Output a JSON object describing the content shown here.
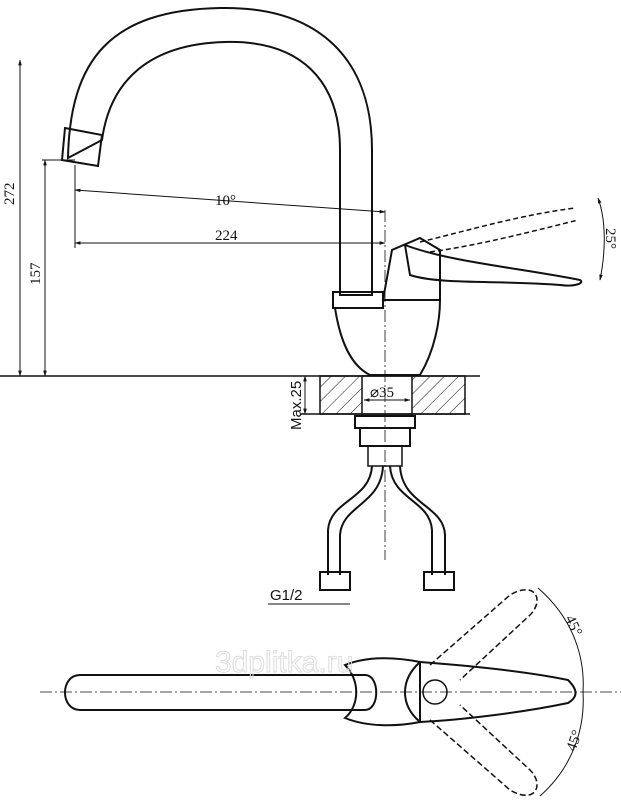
{
  "drawing": {
    "dim_total_height": "272",
    "dim_spout_height": "157",
    "dim_spout_angle": "10°",
    "dim_spout_reach": "224",
    "dim_lever_tilt": "25°",
    "dim_max_thickness": "Max.25",
    "dim_hole_diameter": "⌀35",
    "dim_connection": "G1/2",
    "dim_rotation_upper": "45°",
    "dim_rotation_lower": "45°",
    "watermark": "3dplitka.ru"
  }
}
